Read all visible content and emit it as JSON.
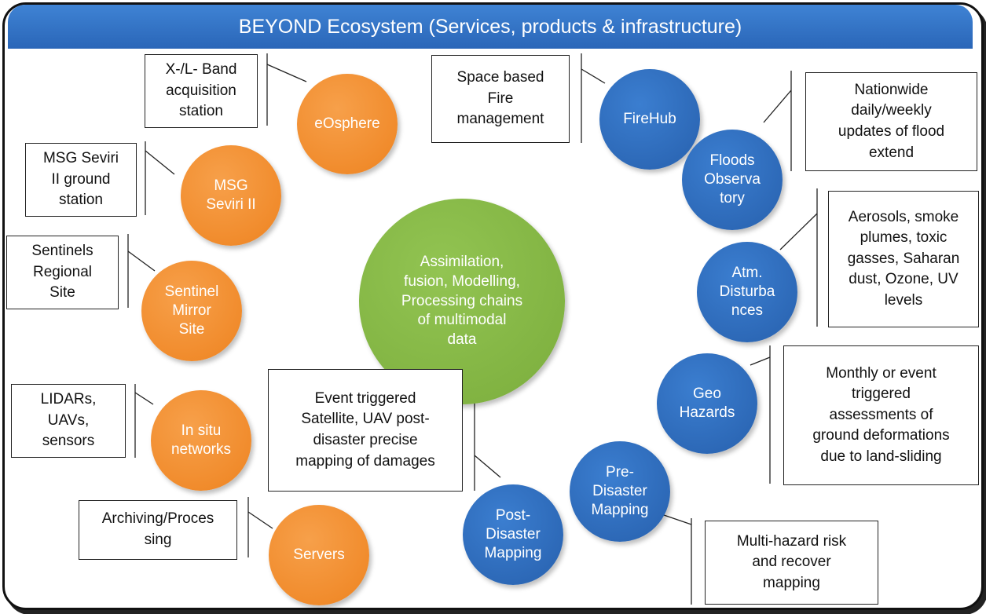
{
  "title": "BEYOND Ecosystem (Services, products & infrastructure)",
  "nodes": {
    "eosphere": "eOsphere",
    "msg": "MSG\nSeviri II",
    "sentinel": "Sentinel\nMirror\nSite",
    "insitu": "In situ\nnetworks",
    "servers": "Servers",
    "center": "Assimilation,\nfusion, Modelling,\nProcessing chains\nof multimodal\ndata",
    "firehub": "FireHub",
    "floods": "Floods\nObserva\ntory",
    "atm": "Atm.\nDisturba\nnces",
    "geo": "Geo\nHazards",
    "pre": "Pre-\nDisaster\nMapping",
    "post": "Post-\nDisaster\nMapping"
  },
  "boxes": {
    "xl_band": "X-/L- Band\nacquisition\nstation",
    "msg_station": "MSG Seviri\nII ground\nstation",
    "sentinels_site": "Sentinels\nRegional\nSite",
    "lidars": "LIDARs,\nUAVs,\nsensors",
    "archiving": "Archiving/Proces\nsing",
    "fire_mgmt": "Space based\nFire\nmanagement",
    "event_triggered": "Event triggered\nSatellite, UAV post-\ndisaster precise\nmapping of damages",
    "flood_updates": "Nationwide\ndaily/weekly\nupdates of flood\nextend",
    "aerosols": "Aerosols, smoke\nplumes, toxic\ngasses, Saharan\ndust, Ozone, UV\nlevels",
    "ground_def": "Monthly or event\ntriggered\nassessments of\nground deformations\ndue to land-sliding",
    "multi_hazard": "Multi-hazard risk\nand recover\nmapping"
  },
  "colors": {
    "title_bar": "#2f6fc4",
    "orange": "#ee8320",
    "blue": "#2760ad",
    "green": "#7bad3c"
  }
}
